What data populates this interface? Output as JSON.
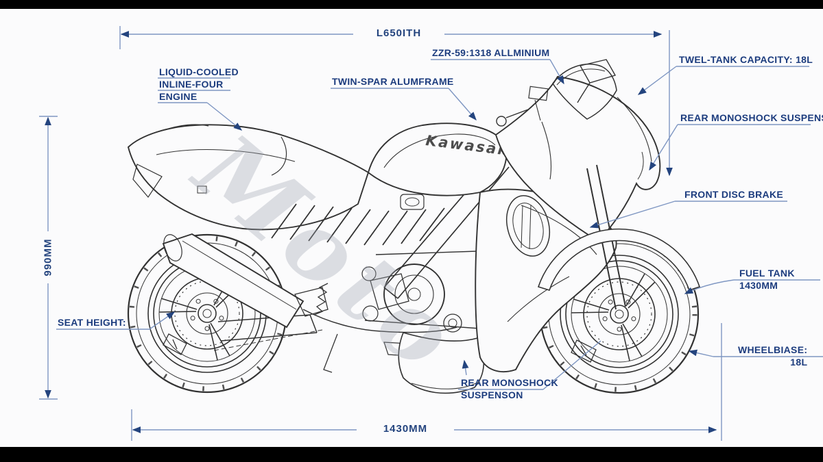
{
  "colors": {
    "label_text": "#1c3c7e",
    "leader_line": "#7e96c2",
    "arrow": "#24447e",
    "ink": "#323232",
    "background": "#fbfbfc",
    "letterbox": "#000000",
    "watermark_gray": "#9ea3af"
  },
  "watermark": {
    "text": "Moto"
  },
  "bike": {
    "logo": "Kawasaki"
  },
  "dimensions": {
    "length": {
      "label": "L650ITH"
    },
    "height": {
      "label": "990MM"
    },
    "wheelbase": {
      "label": "1430MM"
    }
  },
  "callouts": {
    "engine": {
      "line1": "LIQUID-COOLED",
      "line2": "INLINE-FOUR",
      "line3": "ENGINE"
    },
    "frame": {
      "label": "TWIN-SPAR ALUMFRAME"
    },
    "zzr": {
      "label": "ZZR-59:1318 ALLMINIUM"
    },
    "tank_capacity": {
      "label": "TWEL-TANK CAPACITY: 18L"
    },
    "rear_monoshock_upper": {
      "label": "REAR MONOSHOCK SUSPENSION"
    },
    "front_disc": {
      "label": "FRONT DISC BRAKE"
    },
    "fuel_tank": {
      "line1": "FUEL TANK",
      "line2": "1430MM"
    },
    "wheelbase_label": {
      "line1": "WHEELBIASE:",
      "line2": "18L"
    },
    "seat_height": {
      "label": "SEAT HEIGHT:"
    },
    "rear_monoshock_lower": {
      "line1": "REAR MONOSHOCK",
      "line2": "SUSPENSON"
    }
  }
}
